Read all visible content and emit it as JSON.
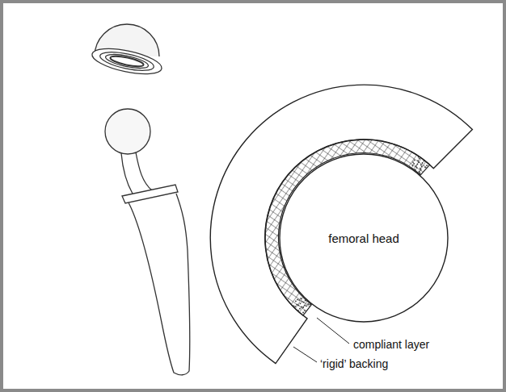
{
  "diagram": {
    "nodes": [
      {
        "text": [
          "femoral head"
        ]
      }
    ],
    "labels": [
      "compliant layer",
      "‘rigid’ backing"
    ]
  }
}
